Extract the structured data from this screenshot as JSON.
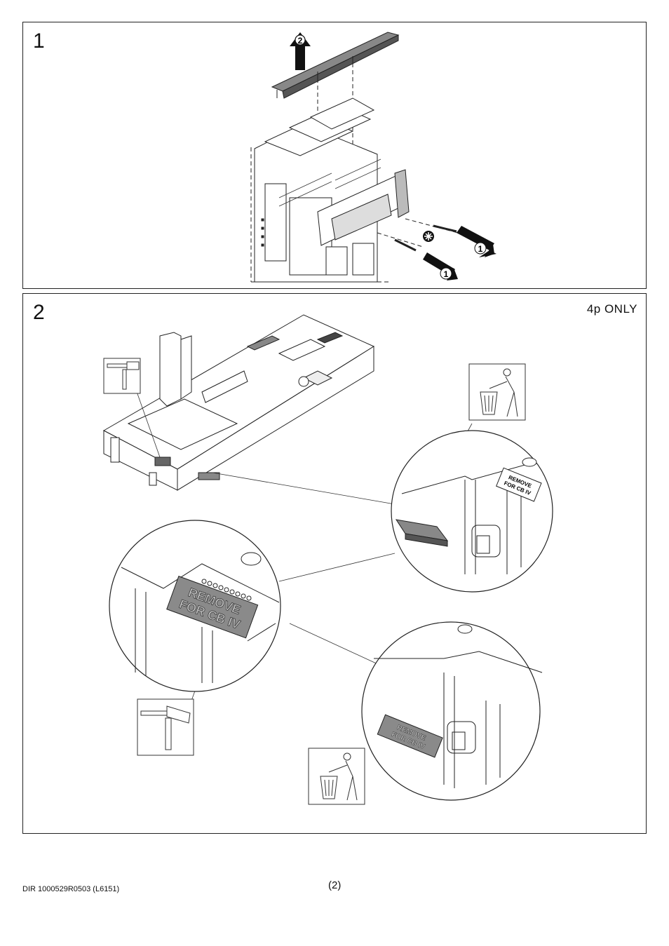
{
  "steps": [
    {
      "number": "1",
      "badges": {
        "lift": "2",
        "screw_left": "1",
        "screw_right": "1"
      }
    },
    {
      "number": "2",
      "note": "4p  ONLY",
      "label_text_line1": "REMOVE",
      "label_text_line2": "FOR CB IV"
    }
  ],
  "footer": {
    "doc_id": "DIR 1000529R0503 (L6151)",
    "page": "(2)"
  },
  "icons": [
    "hammer-icon",
    "trash-bin-icon",
    "torx-screwdriver-icon",
    "arrow-up-icon",
    "arrow-out-icon"
  ],
  "colors": {
    "line": "#222222",
    "label_fill": "#8a8a8a",
    "arrow_fill": "#111111"
  }
}
